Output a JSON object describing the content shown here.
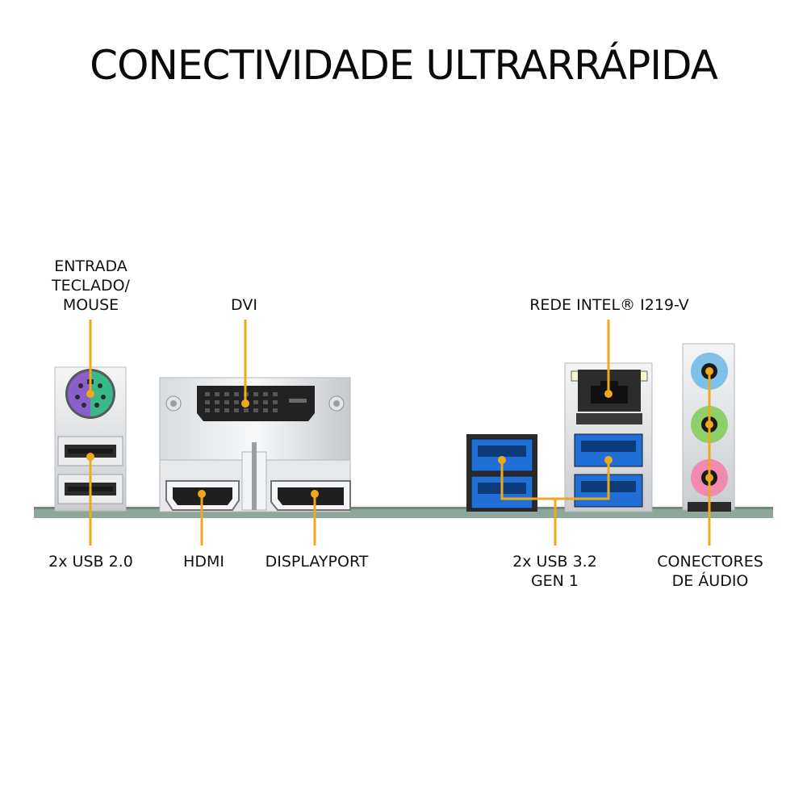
{
  "title": "CONECTIVIDADE ULTRARRÁPIDA",
  "labels": {
    "ps2": [
      "ENTRADA",
      "TECLADO/",
      "MOUSE"
    ],
    "dvi": "DVI",
    "network": "REDE INTEL® I219-V",
    "usb2": "2x USB 2.0",
    "hdmi": "HDMI",
    "displayport": "DISPLAYPORT",
    "usb32": [
      "2x USB 3.2",
      "GEN 1"
    ],
    "audio": [
      "CONECTORES",
      "DE ÁUDIO"
    ]
  },
  "colors": {
    "leader_line": "#f0a81c",
    "usb3_blue": "#1f6fd6",
    "ps2_keyboard": "#8b5fc9",
    "ps2_mouse": "#39b88a",
    "audio_line_in": "#7ec0e8",
    "audio_line_out": "#8fcf6a",
    "audio_mic": "#f08ab0",
    "pcb": "#8fa79a"
  }
}
